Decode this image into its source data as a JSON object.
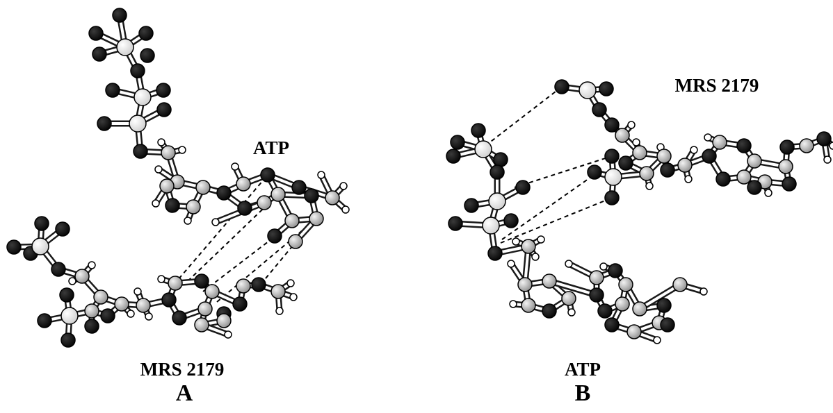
{
  "panels": [
    {
      "id": "A",
      "panel_label": "A",
      "molecule_label_top": "ATP",
      "molecule_label_bottom": "MRS 2179"
    },
    {
      "id": "B",
      "panel_label": "B",
      "molecule_label_top": "MRS 2179",
      "molecule_label_bottom": "ATP"
    }
  ],
  "colors": {
    "background": "#ffffff",
    "oxygen_atom": "#0d0d0d",
    "carbon_atom": "#bdbdbd",
    "phosphorus_atom": "#f4f4f4",
    "hydrogen_atom": "#ffffff",
    "bond": "#1a1a1a",
    "hydrogen_bond": "#000000"
  }
}
